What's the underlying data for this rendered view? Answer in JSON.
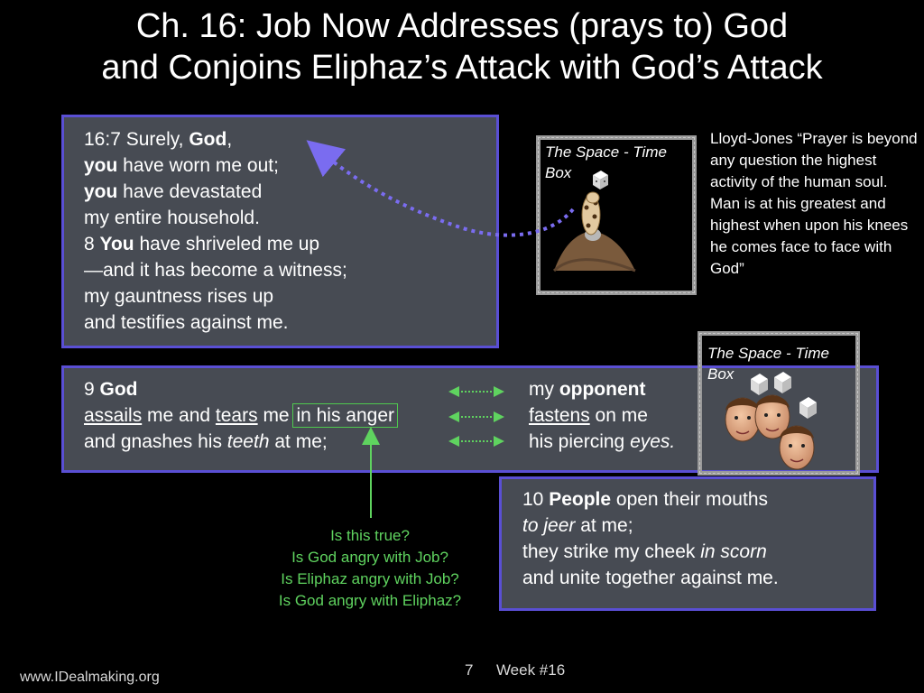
{
  "slide": {
    "title_line1": "Ch. 16:  Job Now Addresses (prays to) God",
    "title_line2": "and Conjoins Eliphaz’s Attack with God’s Attack"
  },
  "verses_16_7_8": {
    "l1_pre": "16:7 Surely, ",
    "l1_bold": "God",
    "l1_post": ",",
    "l2_bold": "you",
    "l2_post": " have worn me out;",
    "l3_bold": "you",
    "l3_post": " have devastated",
    "l4": "my entire household.",
    "l5_pre": "8 ",
    "l5_bold": "You",
    "l5_post": " have shriveled me up",
    "l6": "—and it has become a witness;",
    "l7": "my gauntness rises up",
    "l8": "and testifies against me."
  },
  "verse_9": {
    "left_l1_pre": "9 ",
    "left_l1_bold": "God",
    "left_l2_u1": "assails",
    "left_l2_mid": " me and ",
    "left_l2_u2": "tears",
    "left_l2_mid2": " me ",
    "left_l2_hl": "in his anger",
    "left_l3_pre": "and gnashes his ",
    "left_l3_i": "teeth",
    "left_l3_post": " at me;",
    "right_l1_pre": "my ",
    "right_l1_bold": "opponent",
    "right_l2_u": "fastens",
    "right_l2_post": " on me",
    "right_l3_pre": "his piercing ",
    "right_l3_i": "eyes."
  },
  "verse_10": {
    "l1_pre": "10 ",
    "l1_bold": "People",
    "l1_post": " open their mouths",
    "l2_i": "to jeer",
    "l2_post": " at me;",
    "l3_pre": "they strike my cheek ",
    "l3_i": "in scorn",
    "l4": "and unite together against me."
  },
  "space_time_box_label": {
    "line1": "The Space - Time",
    "line2": "Box"
  },
  "quote": "Lloyd-Jones “Prayer is beyond any question the highest activity of the human soul. Man is at his greatest and highest when upon his knees he comes face to face with God”",
  "questions": {
    "q1": "Is this true?",
    "q2": "Is God angry with Job?",
    "q3": "Is Eliphaz angry with Job?",
    "q4": "Is God angry with Eliphaz?"
  },
  "footer": {
    "website": "www.IDealmaking.org",
    "page": "7",
    "week": "Week #16"
  },
  "colors": {
    "box_fill": "#474b53",
    "box_border": "#5a4fd4",
    "arrow_purple": "#7a6cf0",
    "green": "#5fd35f"
  },
  "icons": {
    "dice": "white-dice-icon",
    "faces": "cartoon-face-icon",
    "praying_figure": "praying-figure-icon"
  }
}
